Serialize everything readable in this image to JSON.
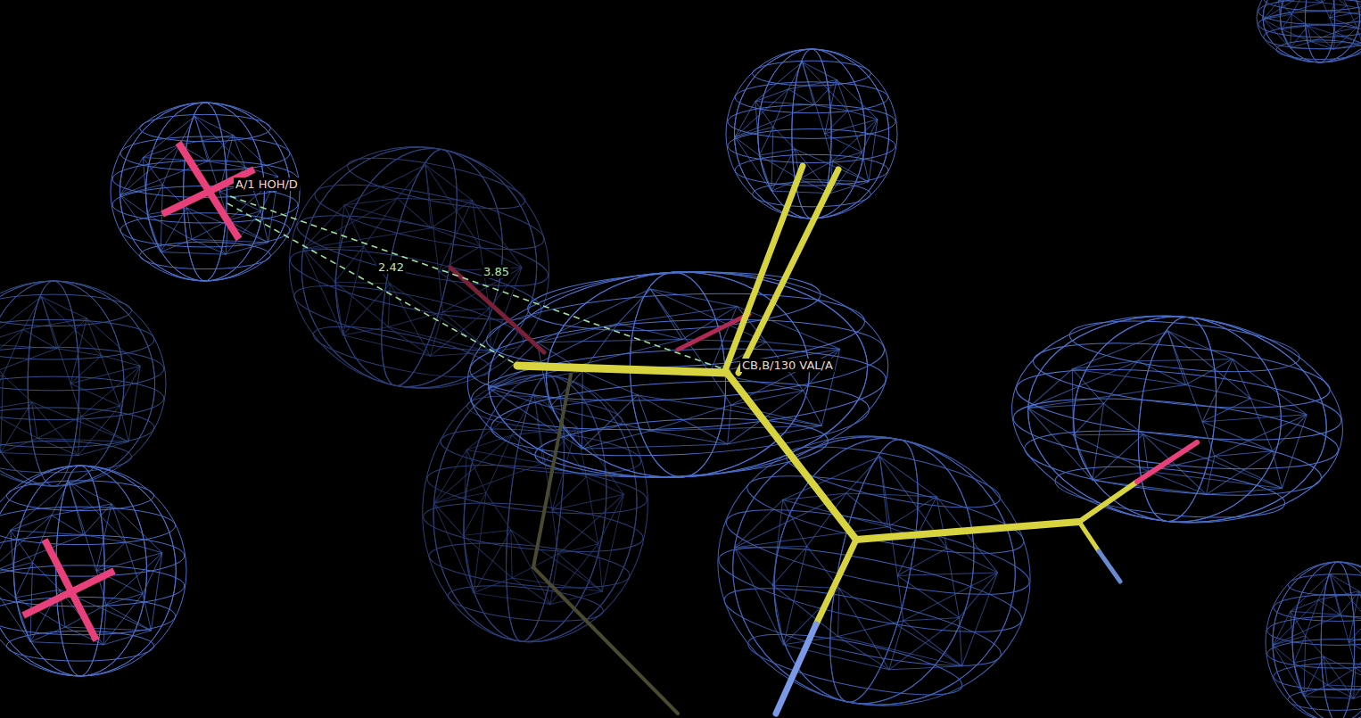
{
  "diagram": {
    "labels": [
      "A/1 HOH/D",
      "2.42",
      "3.85",
      "CB,B/130 VAL/A"
    ]
  }
}
